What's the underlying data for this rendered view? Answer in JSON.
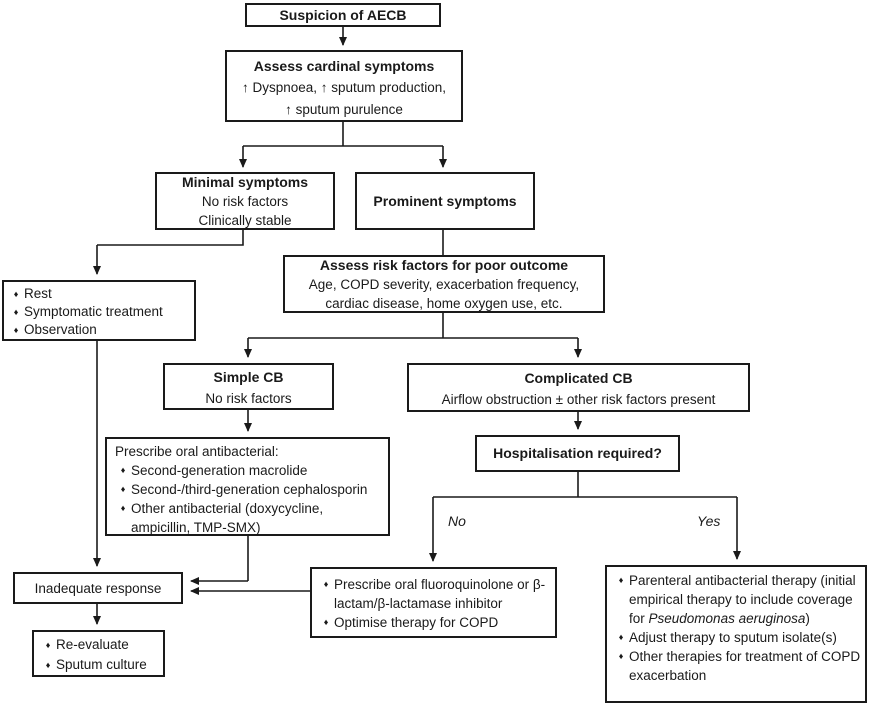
{
  "colors": {
    "ink": "#1a1a1a",
    "background": "#ffffff"
  },
  "bullet": "♦",
  "labels": {
    "no": "No",
    "yes": "Yes"
  },
  "boxes": {
    "suspicion": {
      "title": "Suspicion of AECB"
    },
    "assess_cardinal": {
      "title": "Assess cardinal symptoms",
      "lines": [
        "↑ Dyspnoea, ↑ sputum production,",
        "↑ sputum purulence"
      ]
    },
    "minimal": {
      "title": "Minimal symptoms",
      "lines": [
        "No risk factors",
        "Clinically stable"
      ]
    },
    "prominent": {
      "title": "Prominent symptoms"
    },
    "rest": {
      "items": [
        "Rest",
        "Symptomatic treatment",
        "Observation"
      ]
    },
    "assess_risk": {
      "title": "Assess risk factors for poor outcome",
      "lines": [
        "Age, COPD severity, exacerbation frequency,",
        "cardiac disease, home oxygen use, etc."
      ]
    },
    "simple_cb": {
      "title": "Simple CB",
      "lines": [
        "No risk factors"
      ]
    },
    "complicated_cb": {
      "title": "Complicated CB",
      "lines": [
        "Airflow obstruction ± other risk factors present"
      ]
    },
    "prescribe_oral": {
      "intro": "Prescribe oral antibacterial:",
      "items": [
        "Second-generation macrolide",
        "Second-/third-generation cephalosporin",
        "Other antibacterial (doxycycline, ampicillin, TMP-SMX)"
      ]
    },
    "hospitalisation": {
      "title": "Hospitalisation required?"
    },
    "inadequate": {
      "title": "Inadequate response"
    },
    "reevaluate": {
      "items": [
        "Re-evaluate",
        "Sputum culture"
      ]
    },
    "fluoroquinolone": {
      "items": [
        "Prescribe oral fluoroquinolone or β-lactam/β-lactamase inhibitor",
        "Optimise therapy for COPD"
      ]
    },
    "parenteral": {
      "item1_parts": [
        "Parenteral antibacterial therapy (initial empirical therapy to include coverage for ",
        "Pseudomonas aeruginosa",
        ")"
      ],
      "items": [
        "Adjust therapy to sputum isolate(s)",
        "Other therapies for treatment of COPD exacerbation"
      ]
    }
  }
}
